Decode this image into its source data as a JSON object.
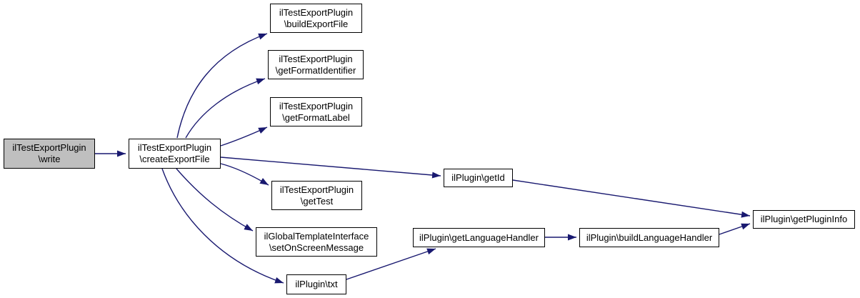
{
  "diagram": {
    "type": "call-graph",
    "nodes": [
      {
        "id": "write",
        "lines": [
          "ilTestExportPlugin",
          "\\write"
        ],
        "highlighted": true
      },
      {
        "id": "createExportFile",
        "lines": [
          "ilTestExportPlugin",
          "\\createExportFile"
        ],
        "highlighted": false
      },
      {
        "id": "buildExportFile",
        "lines": [
          "ilTestExportPlugin",
          "\\buildExportFile"
        ],
        "highlighted": false
      },
      {
        "id": "getFormatIdentifier",
        "lines": [
          "ilTestExportPlugin",
          "\\getFormatIdentifier"
        ],
        "highlighted": false
      },
      {
        "id": "getFormatLabel",
        "lines": [
          "ilTestExportPlugin",
          "\\getFormatLabel"
        ],
        "highlighted": false
      },
      {
        "id": "getTest",
        "lines": [
          "ilTestExportPlugin",
          "\\getTest"
        ],
        "highlighted": false
      },
      {
        "id": "setOnScreenMessage",
        "lines": [
          "ilGlobalTemplateInterface",
          "\\setOnScreenMessage"
        ],
        "highlighted": false
      },
      {
        "id": "txt",
        "lines": [
          "ilPlugin\\txt"
        ],
        "highlighted": false
      },
      {
        "id": "getId",
        "lines": [
          "ilPlugin\\getId"
        ],
        "highlighted": false
      },
      {
        "id": "getLanguageHandler",
        "lines": [
          "ilPlugin\\getLanguageHandler"
        ],
        "highlighted": false
      },
      {
        "id": "buildLanguageHandler",
        "lines": [
          "ilPlugin\\buildLanguageHandler"
        ],
        "highlighted": false
      },
      {
        "id": "getPluginInfo",
        "lines": [
          "ilPlugin\\getPluginInfo"
        ],
        "highlighted": false
      }
    ],
    "edges": [
      {
        "from": "write",
        "to": "createExportFile"
      },
      {
        "from": "createExportFile",
        "to": "buildExportFile"
      },
      {
        "from": "createExportFile",
        "to": "getFormatIdentifier"
      },
      {
        "from": "createExportFile",
        "to": "getFormatLabel"
      },
      {
        "from": "createExportFile",
        "to": "getId"
      },
      {
        "from": "createExportFile",
        "to": "getTest"
      },
      {
        "from": "createExportFile",
        "to": "setOnScreenMessage"
      },
      {
        "from": "createExportFile",
        "to": "txt"
      },
      {
        "from": "getId",
        "to": "getPluginInfo"
      },
      {
        "from": "txt",
        "to": "getLanguageHandler"
      },
      {
        "from": "getLanguageHandler",
        "to": "buildLanguageHandler"
      },
      {
        "from": "buildLanguageHandler",
        "to": "getPluginInfo"
      }
    ],
    "colors": {
      "edge": "#191970",
      "node_fill": "#ffffff",
      "node_border": "#000000",
      "highlight_fill": "#bfbfbf",
      "text": "#000000",
      "background": "#ffffff"
    }
  }
}
